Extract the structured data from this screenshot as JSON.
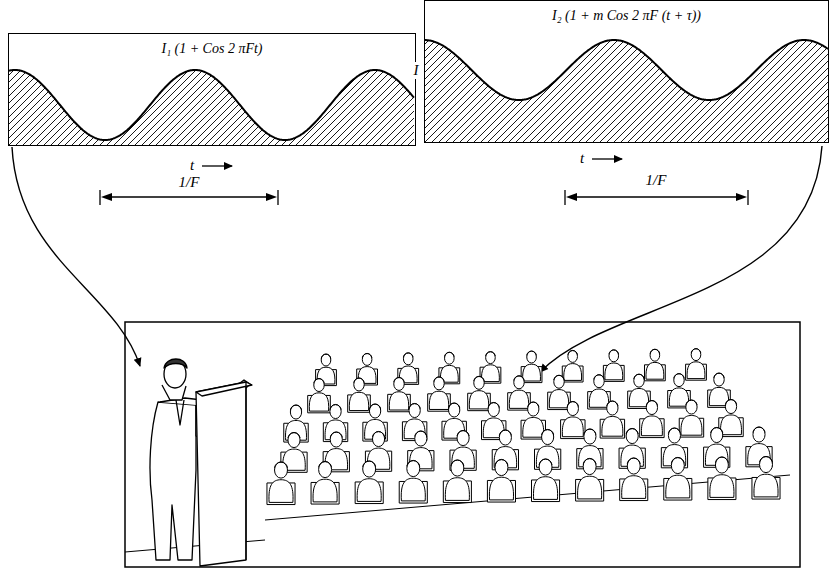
{
  "diagram": {
    "nodes": [
      {
        "text": [
          "I₁ (1 + Cos 2 πFt)"
        ]
      },
      {
        "text": [
          "I₂ (1 + m Cos 2 πF (t + τ))"
        ]
      }
    ],
    "labels": [
      "t",
      "1/F",
      "I",
      "t",
      "1/F"
    ]
  }
}
